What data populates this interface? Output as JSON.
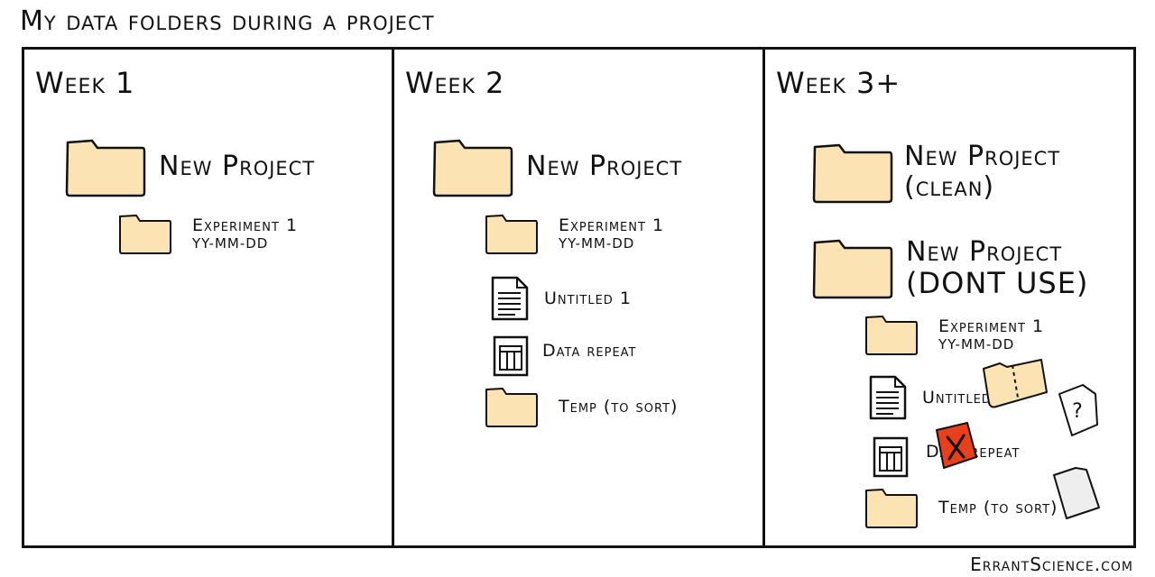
{
  "title": "My data folders during a project",
  "credit": "ErrantScience.com",
  "colors": {
    "folder_fill": "#fbe3b4",
    "delete_badge": "#e8401c",
    "stroke": "#111111"
  },
  "panels": [
    {
      "week": "Week 1",
      "project": "New Project",
      "experiment": {
        "name": "Experiment 1",
        "date": "yy-mm-dd"
      }
    },
    {
      "week": "Week 2",
      "project": "New Project",
      "experiment": {
        "name": "Experiment 1",
        "date": "yy-mm-dd"
      },
      "files": [
        "Untitled 1",
        "Data repeat",
        "Temp (to sort)"
      ]
    },
    {
      "week": "Week 3+",
      "clean_project": {
        "line1": "New Project",
        "line2": "(clean)"
      },
      "old_project": {
        "line1": "New Project",
        "line2": "(DONT USE)"
      },
      "experiment": {
        "name": "Experiment 1",
        "date": "yy-mm-dd"
      },
      "files": [
        "Untitled 1",
        "Data repeat",
        "Temp (to sort)"
      ],
      "question_mark": "?"
    }
  ]
}
